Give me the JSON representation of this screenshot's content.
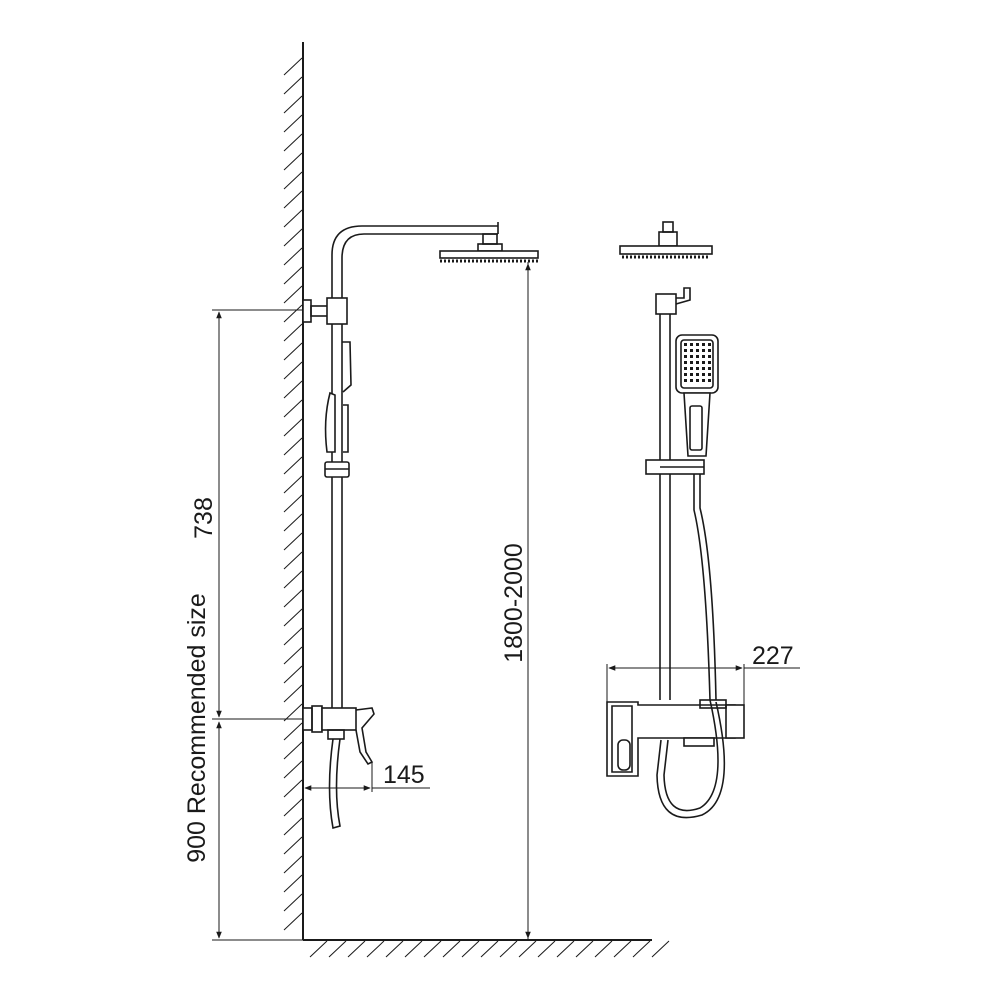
{
  "dimensions": {
    "overall_height": "1800-2000",
    "upper_span": "738",
    "mixer_height": "900 Recommended size",
    "wall_offset": "145",
    "spout_projection": "227"
  },
  "colors": {
    "line": "#1a1a1a",
    "background": "#ffffff"
  }
}
